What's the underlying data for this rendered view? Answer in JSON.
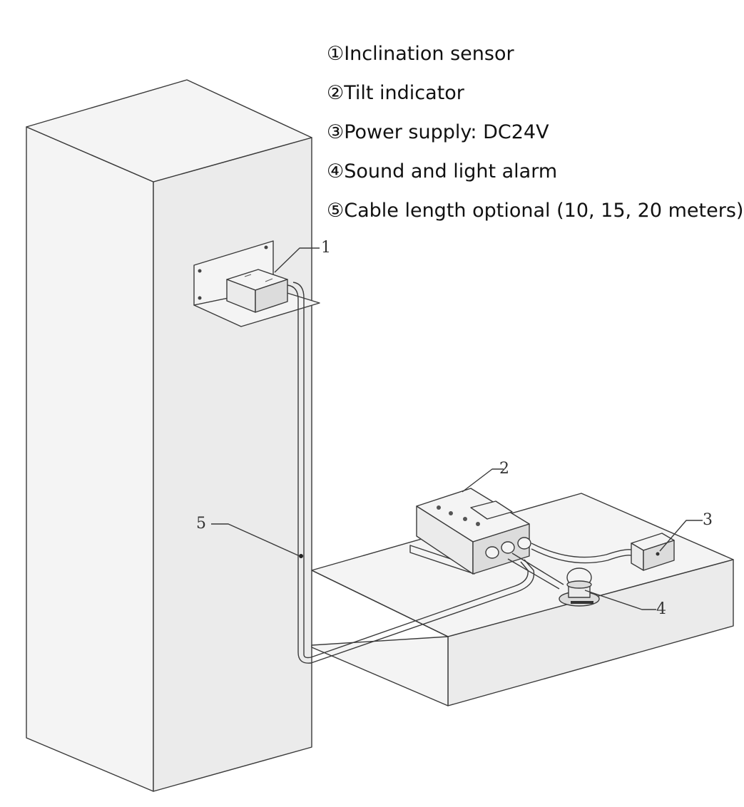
{
  "legend": [
    {
      "marker": "①",
      "text": "Inclination sensor"
    },
    {
      "marker": "②",
      "text": "Tilt indicator"
    },
    {
      "marker": "③",
      "text": "Power supply: DC24V"
    },
    {
      "marker": "④",
      "text": "Sound and light alarm"
    },
    {
      "marker": "⑤",
      "text": "Cable length optional (10, 15, 20 meters)"
    }
  ],
  "callouts": {
    "sensor": "1",
    "indicator": "2",
    "power": "3",
    "alarm": "4",
    "cable": "5"
  }
}
